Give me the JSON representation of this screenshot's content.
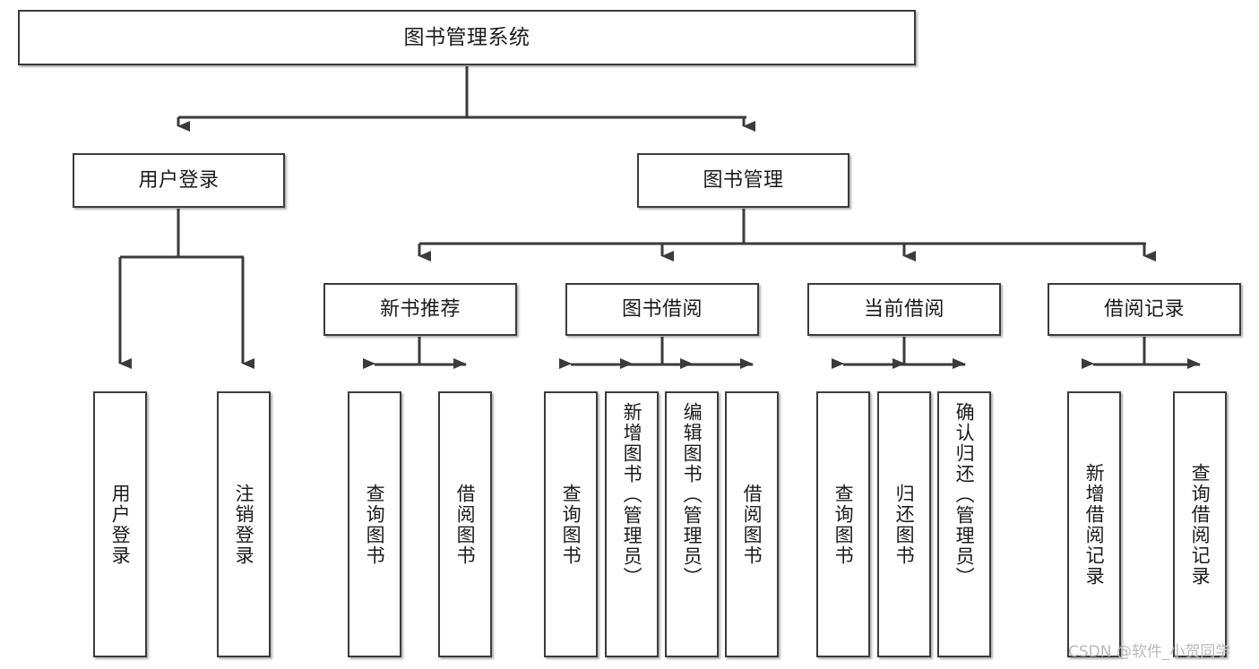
{
  "diagram": {
    "title": "图书管理系统",
    "type": "tree",
    "root": {
      "label": "图书管理系统"
    },
    "level2": [
      {
        "id": "user-login",
        "label": "用户登录"
      },
      {
        "id": "book-management",
        "label": "图书管理"
      }
    ],
    "level3": [
      {
        "id": "new-book-recommend",
        "label": "新书推荐",
        "parent": "book-management"
      },
      {
        "id": "book-borrow",
        "label": "图书借阅",
        "parent": "book-management"
      },
      {
        "id": "current-borrow",
        "label": "当前借阅",
        "parent": "book-management"
      },
      {
        "id": "borrow-record",
        "label": "借阅记录",
        "parent": "book-management"
      }
    ],
    "leaves": [
      {
        "id": "leaf-user-login",
        "label": "用户登录",
        "parent": "user-login"
      },
      {
        "id": "leaf-user-logout",
        "label": "注销登录",
        "parent": "user-login"
      },
      {
        "id": "leaf-query-book-1",
        "label": "查询图书",
        "parent": "new-book-recommend"
      },
      {
        "id": "leaf-borrow-book-1",
        "label": "借阅图书",
        "parent": "new-book-recommend"
      },
      {
        "id": "leaf-query-book-2",
        "label": "查询图书",
        "parent": "book-borrow"
      },
      {
        "id": "leaf-add-book",
        "label": "新增图书（管理员）",
        "parent": "book-borrow"
      },
      {
        "id": "leaf-edit-book",
        "label": "编辑图书（管理员）",
        "parent": "book-borrow"
      },
      {
        "id": "leaf-borrow-book-2",
        "label": "借阅图书",
        "parent": "book-borrow"
      },
      {
        "id": "leaf-query-book-3",
        "label": "查询图书",
        "parent": "current-borrow"
      },
      {
        "id": "leaf-return-book",
        "label": "归还图书",
        "parent": "current-borrow"
      },
      {
        "id": "leaf-confirm-return",
        "label": "确认归还（管理员）",
        "parent": "current-borrow"
      },
      {
        "id": "leaf-add-record",
        "label": "新增借阅记录",
        "parent": "borrow-record"
      },
      {
        "id": "leaf-query-record",
        "label": "查询借阅记录",
        "parent": "borrow-record"
      }
    ]
  },
  "watermark": {
    "text": "CSDN @软件_小贺同学"
  },
  "colors": {
    "stroke": "#3b3b3b",
    "box_fill": "#ffffff",
    "text": "#1b1b1b",
    "watermark": "#b9b9b9"
  }
}
